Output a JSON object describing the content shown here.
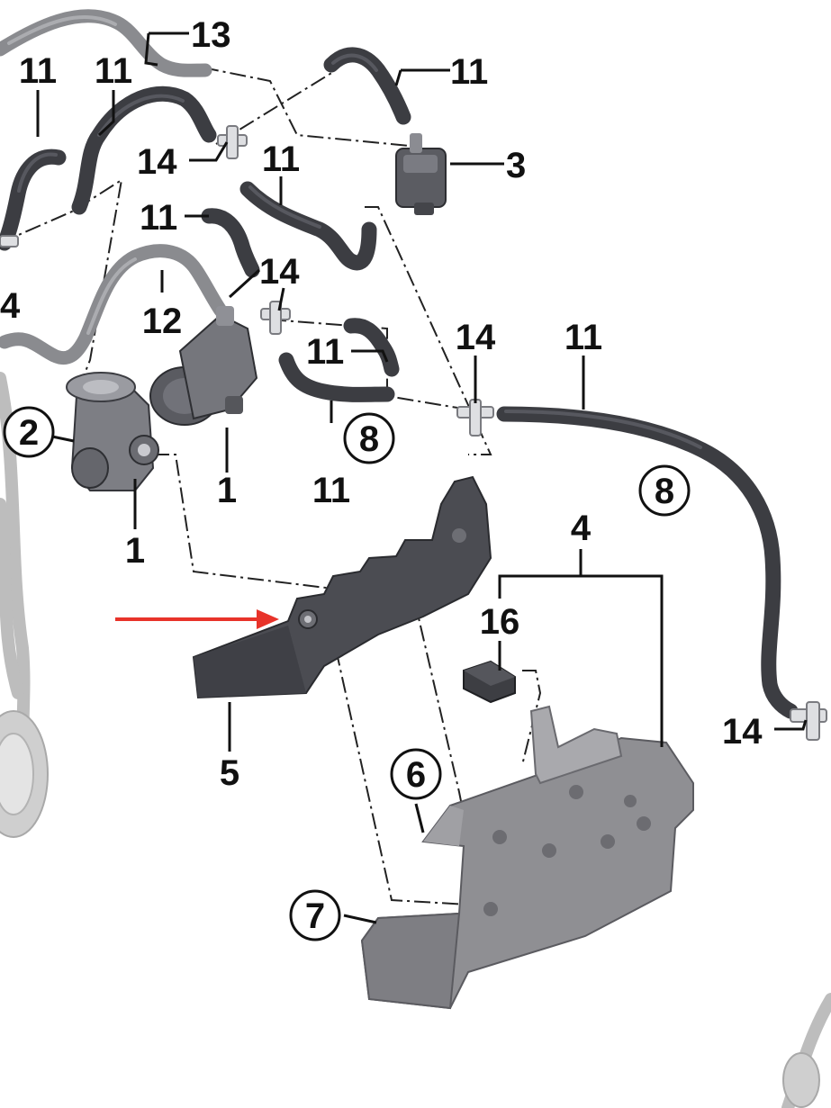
{
  "diagram": {
    "callouts": {
      "c1a": "1",
      "c1b": "1",
      "c2": "2",
      "c3": "3",
      "c4": "4",
      "c5": "5",
      "c6": "6",
      "c7": "7",
      "c8a": "8",
      "c8b": "8",
      "c11a": "11",
      "c11b": "11",
      "c11c": "11",
      "c11d": "11",
      "c11e": "11",
      "c11f": "11",
      "c11g": "11",
      "c11h": "11",
      "c12": "12",
      "c13": "13",
      "c14a": "14",
      "c14b": "4",
      "c14c": "14",
      "c14d": "14",
      "c14e": "14",
      "c16": "16"
    },
    "colors": {
      "hose": "#3c3d42",
      "bracket": "#8f8f93",
      "holder": "#4b4c52",
      "arrow": "#e8332a"
    }
  }
}
